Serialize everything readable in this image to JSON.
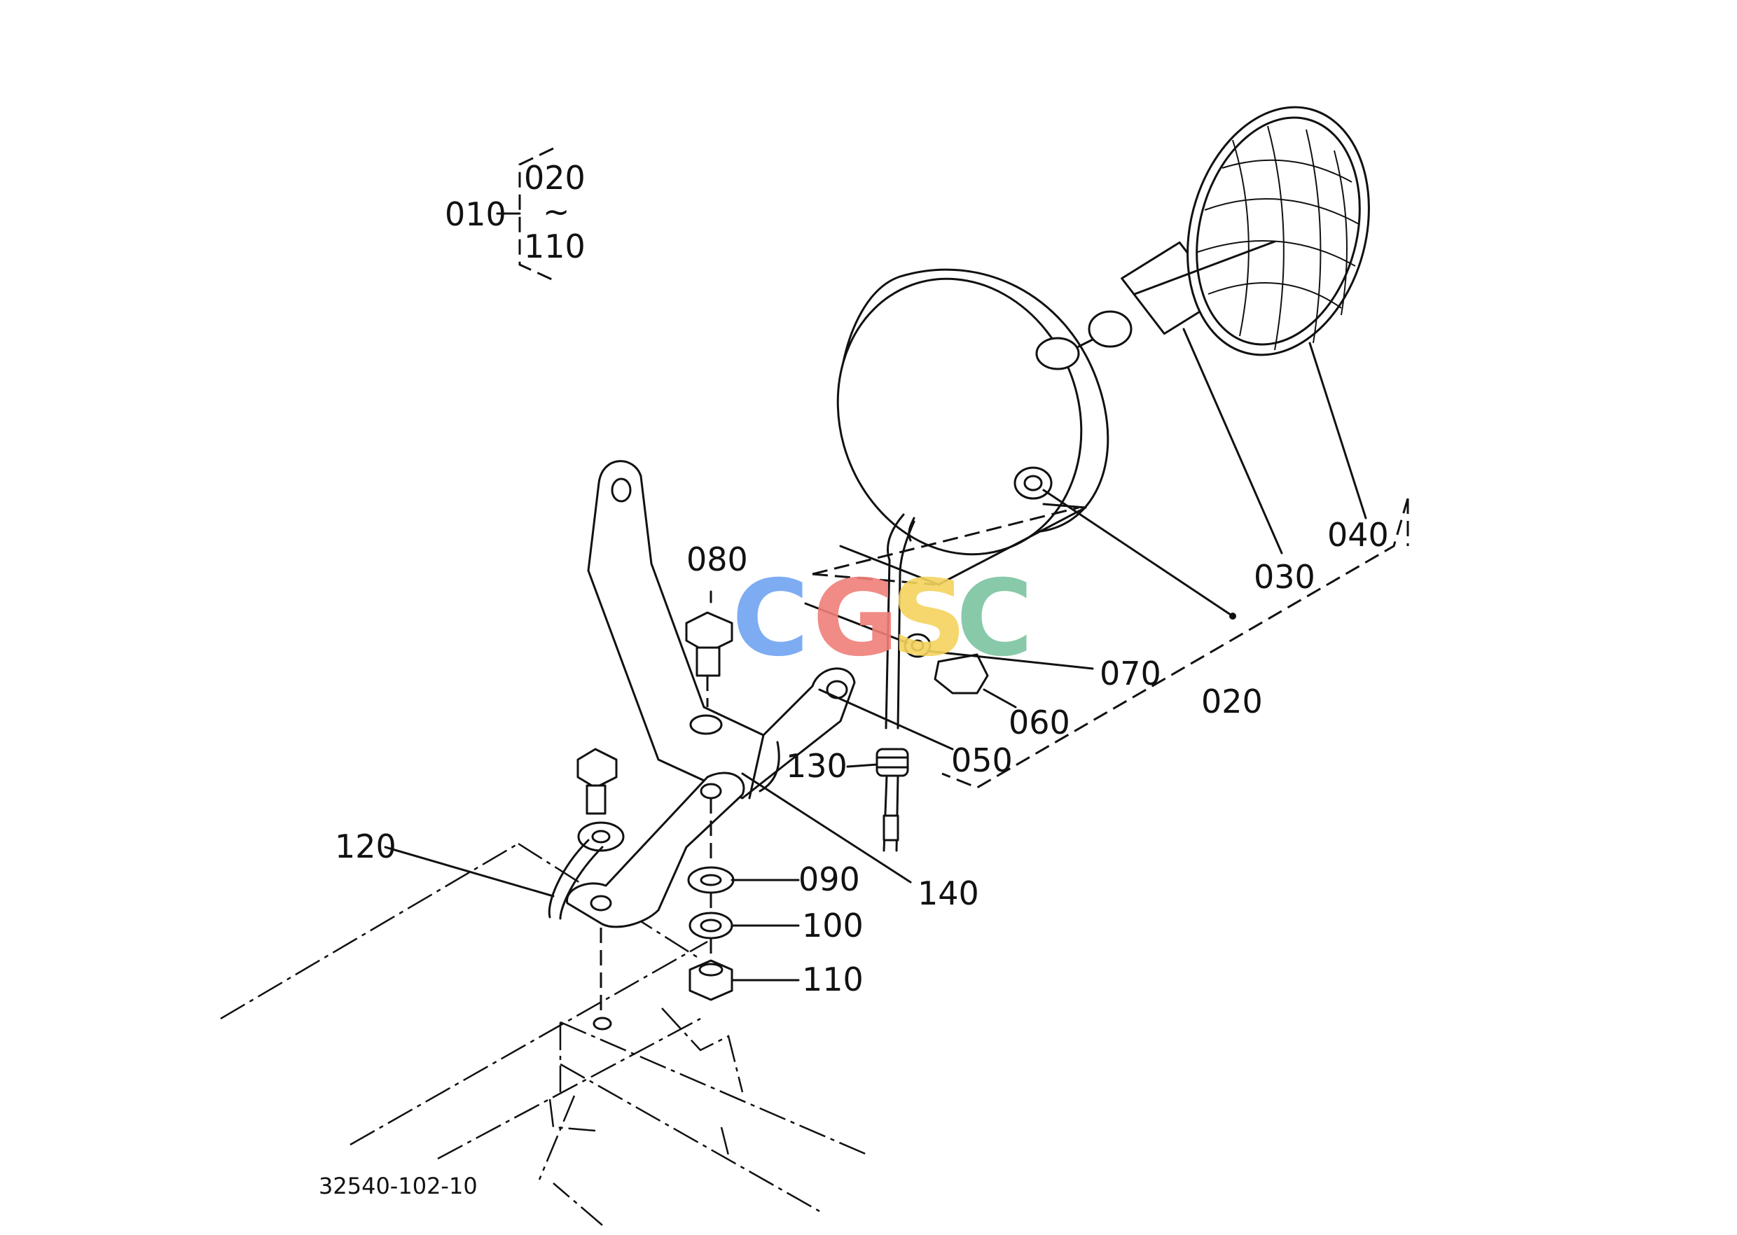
{
  "assembly_bracket": {
    "parent": "010",
    "from": "020",
    "range_symbol": "~",
    "to": "110"
  },
  "callouts": [
    {
      "id": "020",
      "text": "020"
    },
    {
      "id": "030",
      "text": "030"
    },
    {
      "id": "040",
      "text": "040"
    },
    {
      "id": "050",
      "text": "050"
    },
    {
      "id": "060",
      "text": "060"
    },
    {
      "id": "070",
      "text": "070"
    },
    {
      "id": "080",
      "text": "080"
    },
    {
      "id": "090",
      "text": "090"
    },
    {
      "id": "100",
      "text": "100"
    },
    {
      "id": "110",
      "text": "110"
    },
    {
      "id": "120",
      "text": "120"
    },
    {
      "id": "130",
      "text": "130"
    },
    {
      "id": "140",
      "text": "140"
    }
  ],
  "drawing_number": "32540-102-10",
  "watermark": {
    "letters": [
      "C",
      "G",
      "S",
      "C"
    ],
    "colors": [
      "#6fa4f2",
      "#ef7f7a",
      "#f4d35e",
      "#7cc4a0"
    ]
  }
}
